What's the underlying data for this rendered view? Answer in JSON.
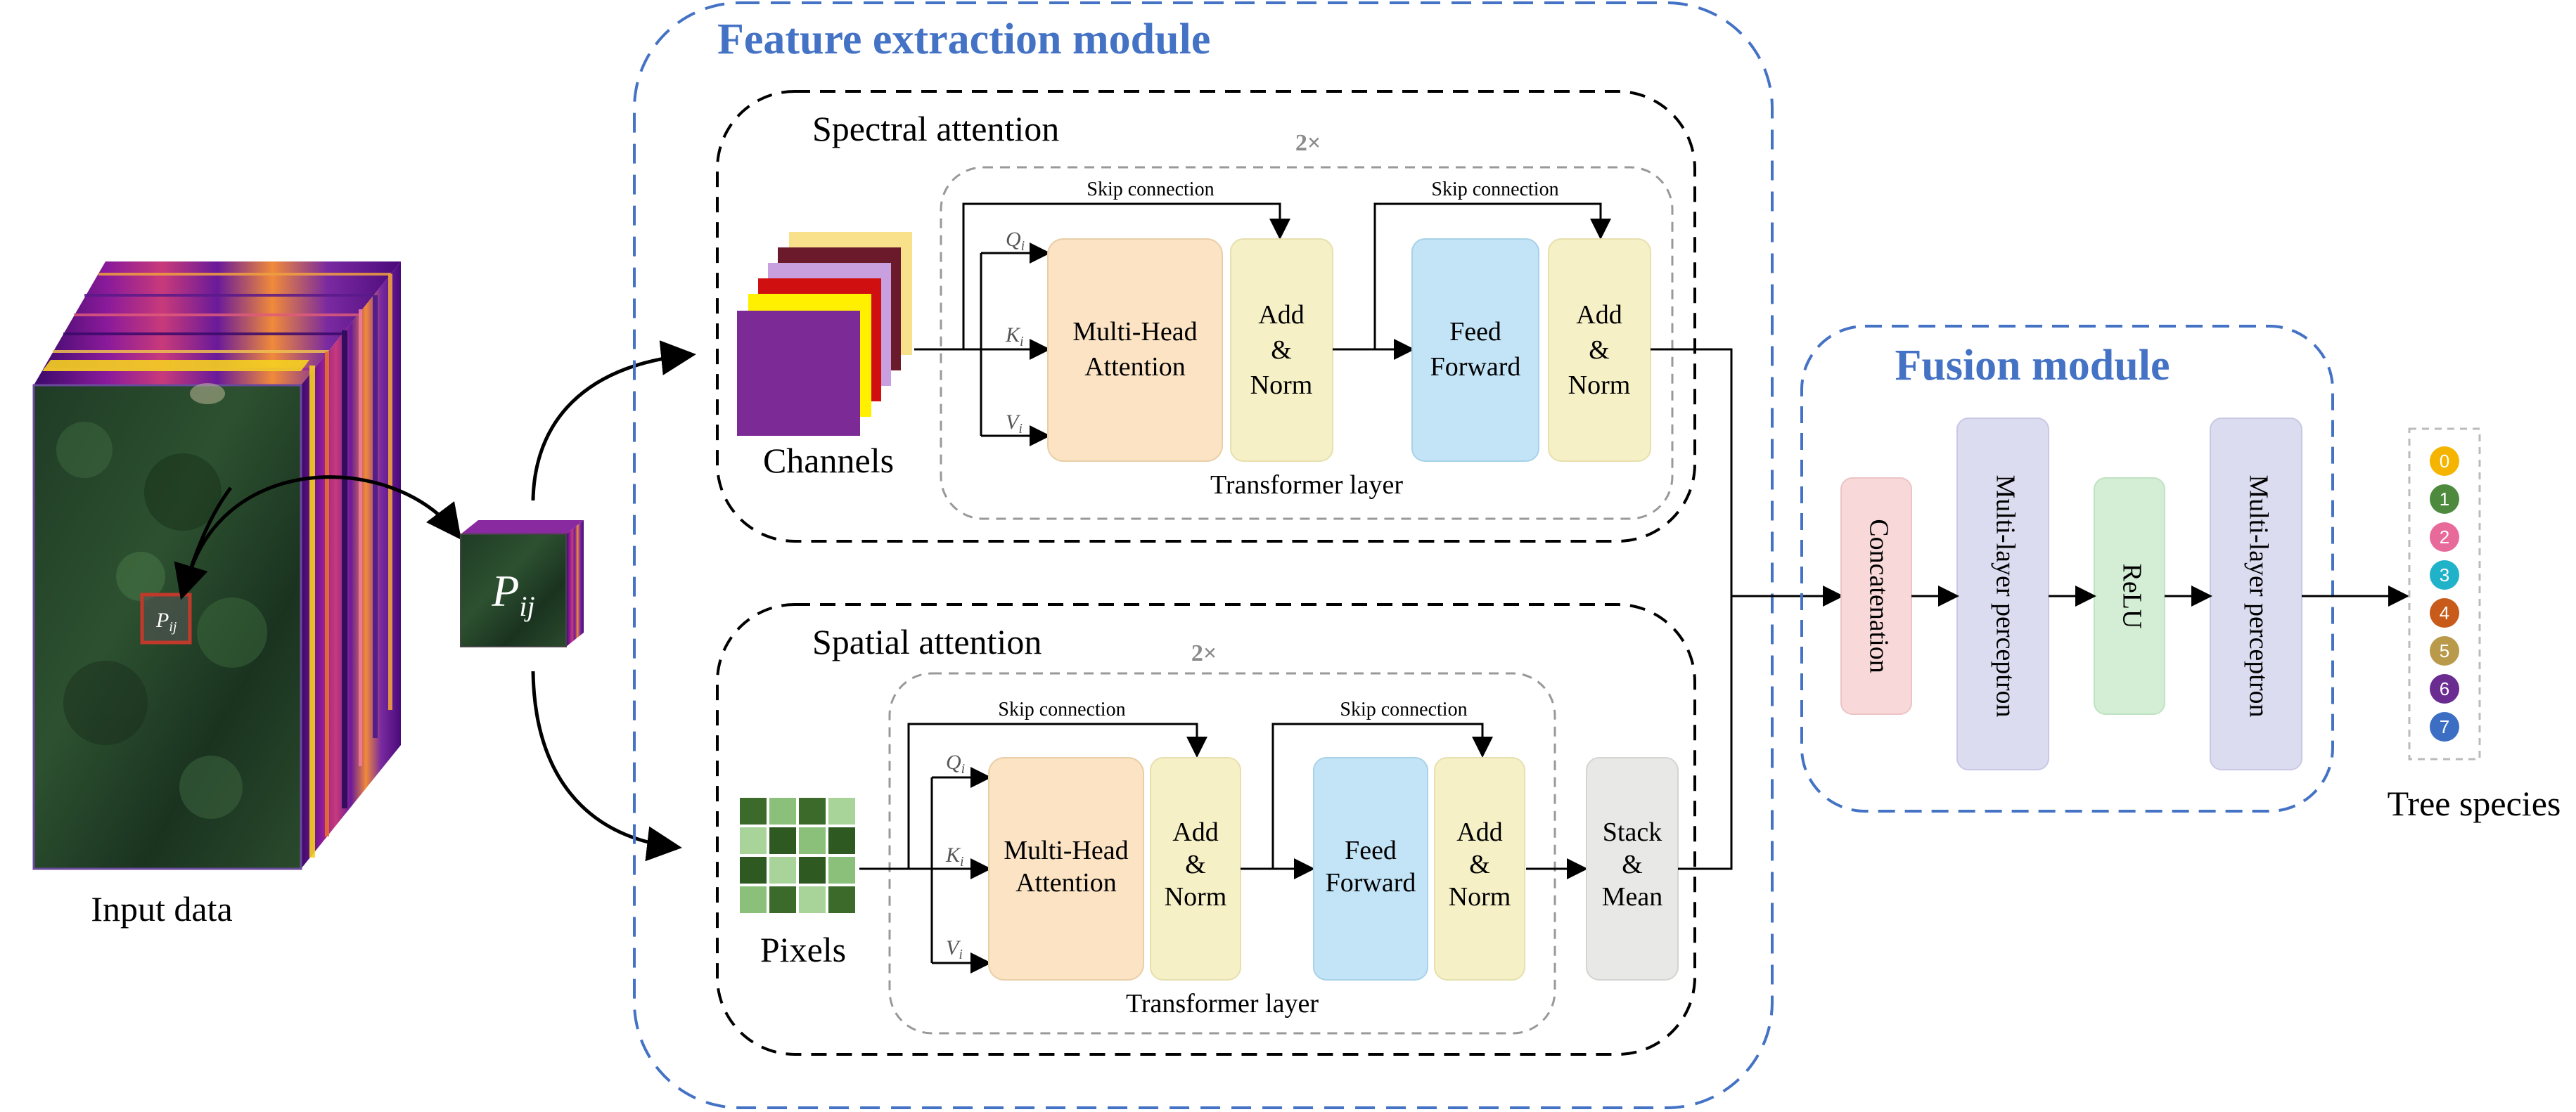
{
  "feature_module": {
    "title": "Feature extraction module"
  },
  "fusion_module": {
    "title": "Fusion module"
  },
  "input": {
    "label": "Input data",
    "patch_symbol": "P",
    "patch_sub": "ij"
  },
  "spectral": {
    "title": "Spectral attention",
    "repeat": "2×",
    "input_label": "Channels",
    "skip1": "Skip connection",
    "skip2": "Skip connection",
    "mha_line1": "Multi-Head",
    "mha_line2": "Attention",
    "addnorm1": [
      "Add",
      "&",
      "Norm"
    ],
    "ff_line1": "Feed",
    "ff_line2": "Forward",
    "addnorm2": [
      "Add",
      "&",
      "Norm"
    ],
    "layer_label": "Transformer layer",
    "q": "Q",
    "k": "K",
    "v": "V",
    "qkv_sub": "i"
  },
  "spatial": {
    "title": "Spatial attention",
    "repeat": "2×",
    "input_label": "Pixels",
    "skip1": "Skip connection",
    "skip2": "Skip connection",
    "mha_line1": "Multi-Head",
    "mha_line2": "Attention",
    "addnorm1": [
      "Add",
      "&",
      "Norm"
    ],
    "ff_line1": "Feed",
    "ff_line2": "Forward",
    "addnorm2": [
      "Add",
      "&",
      "Norm"
    ],
    "layer_label": "Transformer layer",
    "stack": [
      "Stack",
      "&",
      "Mean"
    ],
    "q": "Q",
    "k": "K",
    "v": "V",
    "qkv_sub": "i"
  },
  "fusion": {
    "concat": "Concatenation",
    "mlp1": "Multi-layer perceptron",
    "relu": "ReLU",
    "mlp2": "Multi-layer perceptron"
  },
  "output": {
    "label": "Tree species",
    "classes": [
      "0",
      "1",
      "2",
      "3",
      "4",
      "5",
      "6",
      "7"
    ],
    "class_colors": [
      "#F4B400",
      "#4E8A3E",
      "#E86A9A",
      "#20B2C8",
      "#C85A1A",
      "#B89A4A",
      "#6A2C91",
      "#3C6FC4"
    ]
  },
  "colors": {
    "module_border": "#4472C4",
    "mha": "#FBE3C4",
    "addnorm": "#F6F0C6",
    "feedforward": "#C2E4F6",
    "stack": "#E8E8E6",
    "concat": "#F8D8D8",
    "mlp": "#DCDCF0",
    "relu": "#D4EED6"
  }
}
